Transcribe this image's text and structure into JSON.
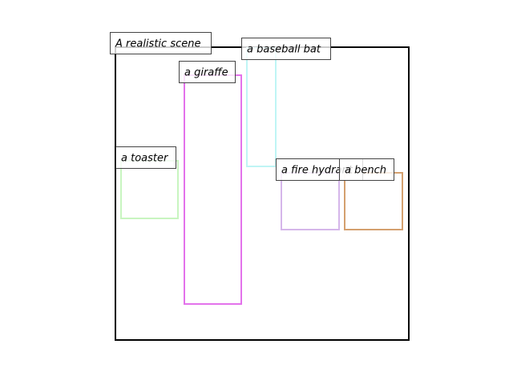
{
  "scene": {
    "caption": "A realistic scene",
    "frame_color": "#000000"
  },
  "objects": [
    {
      "label": "a baseball bat",
      "color": "#bff5f5"
    },
    {
      "label": "a giraffe",
      "color": "#e372eb"
    },
    {
      "label": "a toaster",
      "color": "#c8f5c0"
    },
    {
      "label": "a fire hydrant",
      "color": "#d5b6ea"
    },
    {
      "label": "a bench",
      "color": "#d4a06e"
    }
  ]
}
